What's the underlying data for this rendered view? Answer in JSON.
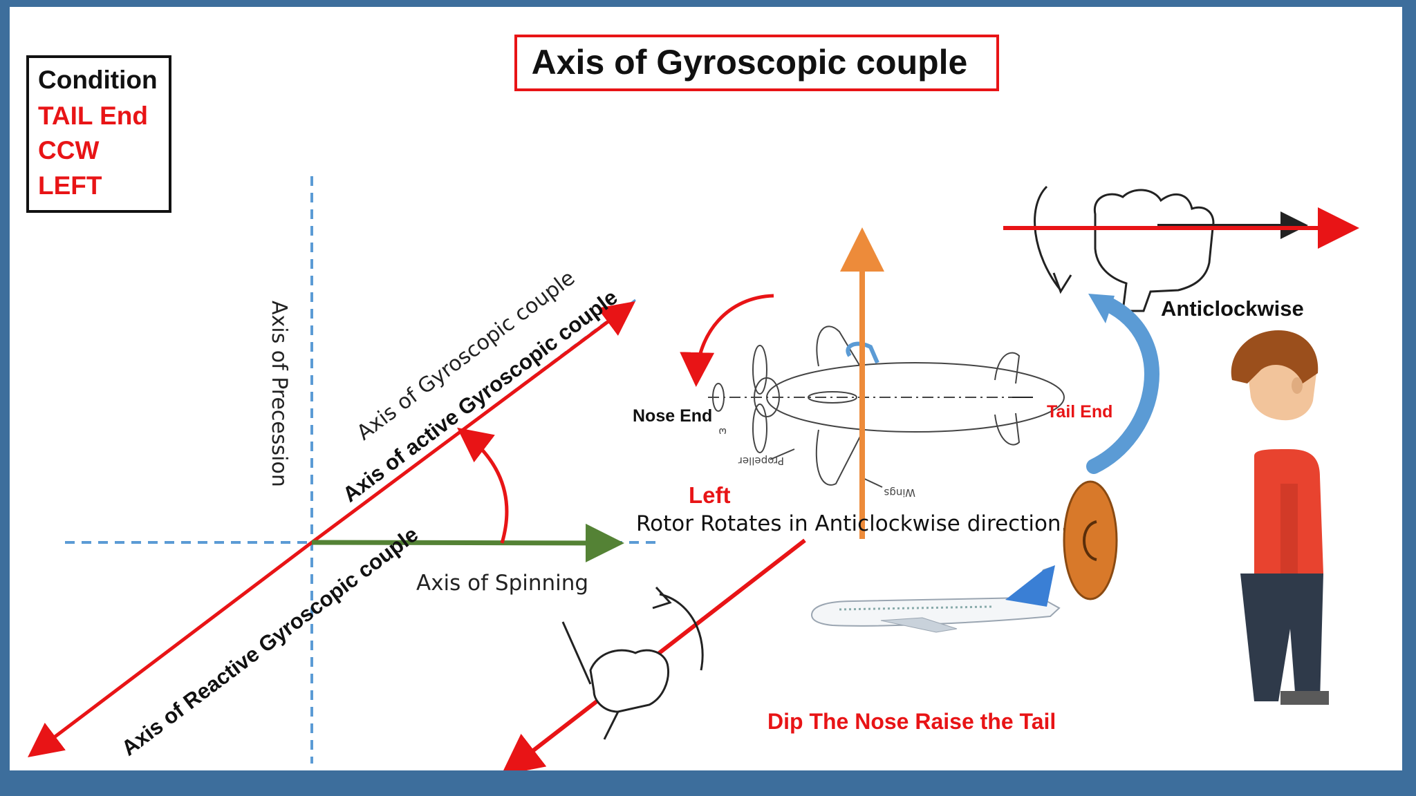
{
  "title": "Axis of Gyroscopic couple",
  "condition_box": {
    "heading": "Condition",
    "lines": [
      "TAIL End",
      "CCW",
      "LEFT"
    ]
  },
  "axes": {
    "precession": "Axis of Precession",
    "gyroscopic": "Axis of Gyroscopic couple",
    "active": "Axis of active Gyroscopic couple",
    "reactive": "Axis of Reactive Gyroscopic couple",
    "spinning": "Axis of Spinning"
  },
  "aircraft": {
    "nose": "Nose End",
    "tail": "Tail End",
    "propeller": "Propeller",
    "wings": "Wings",
    "omega": "ω"
  },
  "labels": {
    "left": "Left",
    "rotor": "Rotor Rotates in Anticlockwise direction.",
    "anticlockwise": "Anticlockwise",
    "dip": "Dip The Nose Raise the Tail"
  },
  "colors": {
    "red": "#e81416",
    "dashed_blue": "#5b9bd5",
    "green": "#548235",
    "orange": "#ed8b3a",
    "curved_blue": "#5b9bd5"
  }
}
